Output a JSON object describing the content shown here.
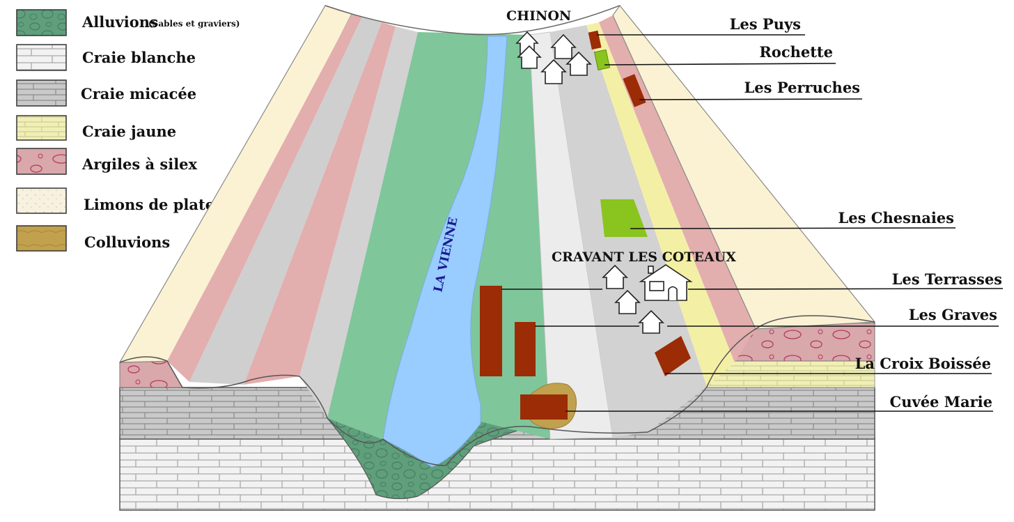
{
  "legend": {
    "items": [
      {
        "label": "Alluvions",
        "note": "(Sables et graviers)",
        "color": "#5daa7f"
      },
      {
        "label": "Craie blanche",
        "color": "#f2f2f2"
      },
      {
        "label": "Craie micacée",
        "color": "#c8c8c8"
      },
      {
        "label": "Craie jaune",
        "color": "#f0f0b8"
      },
      {
        "label": "Argiles à silex",
        "color": "#d8a8a8"
      },
      {
        "label": "Limons de plateau",
        "color": "#f7f2e0"
      },
      {
        "label": "Colluvions",
        "color": "#bf9d49"
      }
    ]
  },
  "places": {
    "town_north": "CHINON",
    "town_south": "CRAVANT LES COTEAUX",
    "river": "LA VIENNE"
  },
  "parcels": [
    {
      "label": "Les Puys",
      "color": "#9b2c05"
    },
    {
      "label": "Rochette",
      "color": "#8ac41e"
    },
    {
      "label": "Les Perruches",
      "color": "#9b2c05"
    },
    {
      "label": "Les Chesnaies",
      "color": "#8ac41e"
    },
    {
      "label": "Les Terrasses",
      "color": "#9b2c05"
    },
    {
      "label": "Les Graves",
      "color": "#9b2c05"
    },
    {
      "label": "La Croix Boissée",
      "color": "#9b2c05"
    },
    {
      "label": "Cuvée Marie",
      "color": "#9b2c05"
    }
  ],
  "colors": {
    "alluvions": "#7fc69b",
    "river": "#99ccff",
    "craie_blanche": "#ececec",
    "craie_micacee": "#d2d2d2",
    "craie_jaune": "#f3f0a6",
    "argiles": "#e2b0ae",
    "limons": "#fbf3d6",
    "parcel_brown": "#9b2c05",
    "parcel_green": "#8ac41e"
  }
}
